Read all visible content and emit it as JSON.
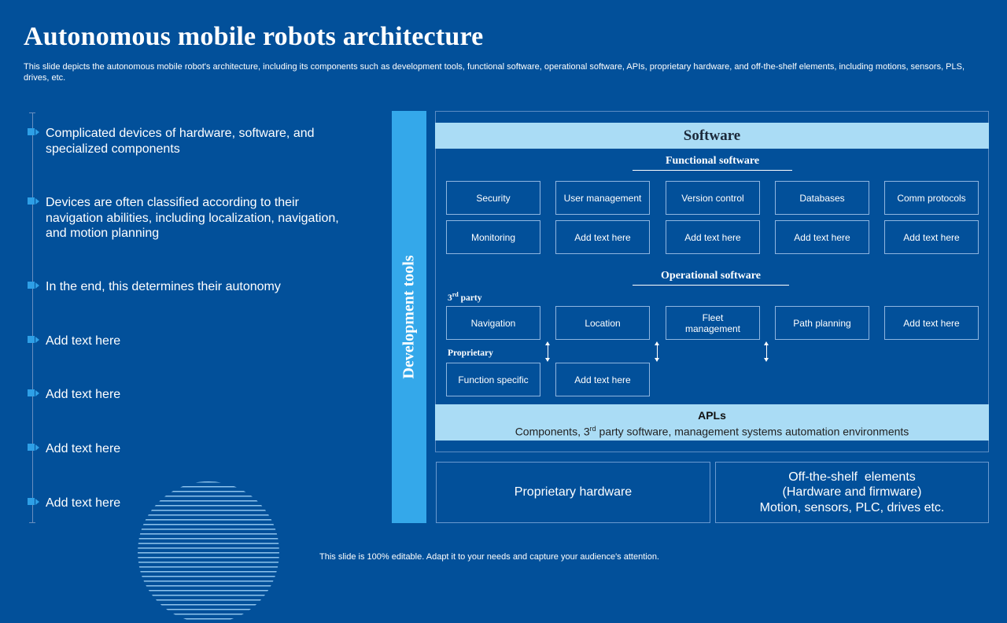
{
  "title": "Autonomous mobile robots architecture",
  "subtitle": "This slide depicts the autonomous mobile robot's architecture, including its components such as development tools, functional software, operational software, APIs, proprietary hardware, and off-the-shelf elements, including motions, sensors, PLS, drives, etc.",
  "bullets": [
    "Complicated devices of hardware, software, and specialized components",
    "Devices are often classified according to their navigation abilities, including localization, navigation, and motion planning",
    "In the end, this determines their autonomy",
    "Add text here",
    "Add text here",
    "Add text here",
    "Add text here"
  ],
  "diagram": {
    "dev_tools": "Development tools",
    "software": "Software",
    "functional_title": "Functional software",
    "functional_row1": [
      "Security",
      "User management",
      "Version control",
      "Databases",
      "Comm protocols"
    ],
    "functional_row2": [
      "Monitoring",
      "Add text here",
      "Add text here",
      "Add text here",
      "Add text here"
    ],
    "operational_title": "Operational software",
    "third_party_label": "3",
    "third_party_sup": "rd",
    "third_party_rest": " party",
    "operational_row": [
      "Navigation",
      "Location",
      "Fleet management",
      "Path planning",
      "Add text here"
    ],
    "proprietary_label": "Proprietary",
    "proprietary_row": [
      "Function specific",
      "Add text here"
    ],
    "apls_title": "APLs",
    "apls_text_a": "Components, 3",
    "apls_text_sup": "rd",
    "apls_text_b": " party software, management systems automation environments",
    "proprietary_hardware": "Proprietary hardware",
    "off_shelf": [
      "Off-the-shelf  elements",
      "(Hardware and firmware)",
      "Motion, sensors, PLC, drives etc."
    ]
  },
  "footer": "This slide is 100% editable. Adapt it to your needs and capture your audience's attention.",
  "colors": {
    "background": "#02509a",
    "accent": "#34a8ea",
    "band": "#aadcf5"
  }
}
